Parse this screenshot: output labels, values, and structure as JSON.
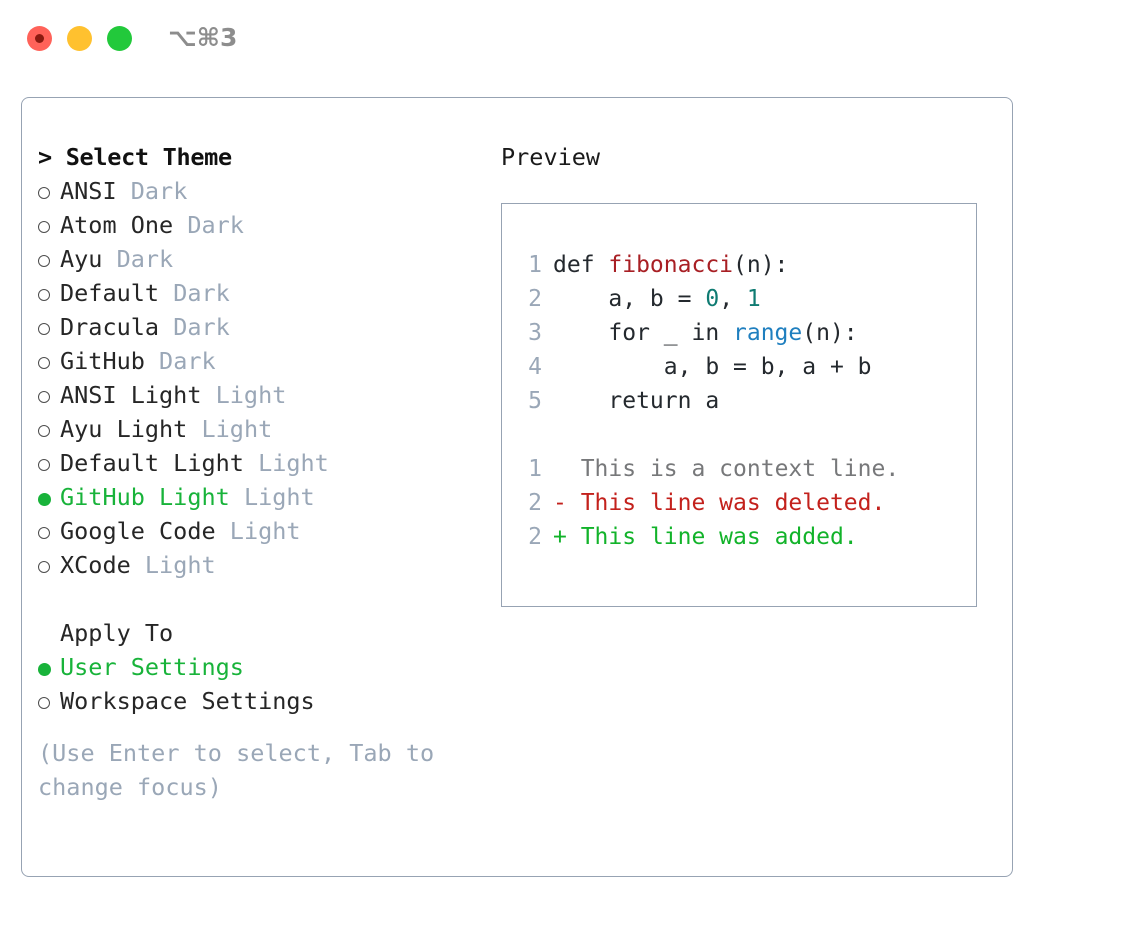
{
  "titlebar": {
    "shortcut": "⌥⌘3",
    "buttons": [
      {
        "name": "close",
        "color": "#ff6259"
      },
      {
        "name": "minimize",
        "color": "#ffc12f"
      },
      {
        "name": "maximize",
        "color": "#22c93b"
      }
    ]
  },
  "theme_picker": {
    "header": "> Select Theme",
    "items": [
      {
        "label": "ANSI",
        "badge": "Dark",
        "selected": false
      },
      {
        "label": "Atom One",
        "badge": "Dark",
        "selected": false
      },
      {
        "label": "Ayu",
        "badge": "Dark",
        "selected": false
      },
      {
        "label": "Default",
        "badge": "Dark",
        "selected": false
      },
      {
        "label": "Dracula",
        "badge": "Dark",
        "selected": false
      },
      {
        "label": "GitHub",
        "badge": "Dark",
        "selected": false
      },
      {
        "label": "ANSI Light",
        "badge": "Light",
        "selected": false
      },
      {
        "label": "Ayu Light",
        "badge": "Light",
        "selected": false
      },
      {
        "label": "Default Light",
        "badge": "Light",
        "selected": false
      },
      {
        "label": "GitHub Light",
        "badge": "Light",
        "selected": true
      },
      {
        "label": "Google Code",
        "badge": "Light",
        "selected": false
      },
      {
        "label": "XCode",
        "badge": "Light",
        "selected": false
      }
    ]
  },
  "apply_to": {
    "label": "Apply To",
    "options": [
      {
        "label": "User Settings",
        "selected": true
      },
      {
        "label": "Workspace Settings",
        "selected": false
      }
    ]
  },
  "hint": "(Use Enter to select, Tab to change focus)",
  "preview": {
    "title": "Preview",
    "code_lines": [
      {
        "lineno": "1",
        "tokens": [
          {
            "text": "def ",
            "style": "plain"
          },
          {
            "text": "fibonacci",
            "style": "func"
          },
          {
            "text": "(n):",
            "style": "plain"
          }
        ]
      },
      {
        "lineno": "2",
        "tokens": [
          {
            "text": "    a, b = ",
            "style": "plain"
          },
          {
            "text": "0",
            "style": "num"
          },
          {
            "text": ", ",
            "style": "plain"
          },
          {
            "text": "1",
            "style": "num"
          }
        ]
      },
      {
        "lineno": "3",
        "tokens": [
          {
            "text": "    for _ in ",
            "style": "plain"
          },
          {
            "text": "range",
            "style": "call"
          },
          {
            "text": "(n):",
            "style": "plain"
          }
        ]
      },
      {
        "lineno": "4",
        "tokens": [
          {
            "text": "        a, b = b, a + b",
            "style": "plain"
          }
        ]
      },
      {
        "lineno": "5",
        "tokens": [
          {
            "text": "    return a",
            "style": "plain"
          }
        ]
      }
    ],
    "diff_lines": [
      {
        "lineno": "1",
        "marker": " ",
        "text": " This is a context line.",
        "kind": "context"
      },
      {
        "lineno": "2",
        "marker": "-",
        "text": " This line was deleted.",
        "kind": "deleted"
      },
      {
        "lineno": "2",
        "marker": "+",
        "text": " This line was added.",
        "kind": "added"
      }
    ]
  },
  "colors": {
    "accent_green": "#18b33a",
    "badge_gray": "#9aa7b7",
    "border": "#97a3b3",
    "diff_deleted": "#c3211c",
    "diff_added": "#12b32a",
    "syntax_function": "#a81f24",
    "syntax_number": "#0f7b72",
    "syntax_call": "#1f7fbf"
  }
}
